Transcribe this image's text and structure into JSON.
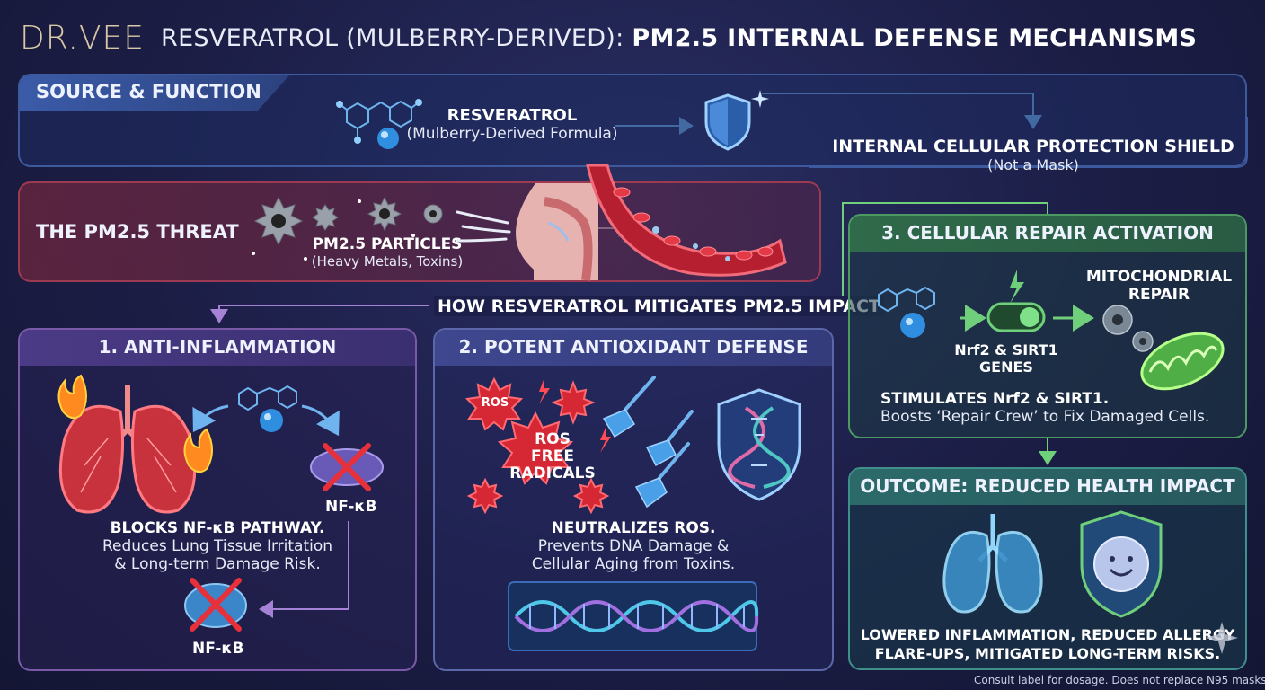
{
  "header": {
    "brand": "DR.VEE",
    "title_part1": "RESVERATROL (MULBERRY-DERIVED): ",
    "title_part2": "PM2.5 INTERNAL DEFENSE MECHANISMS"
  },
  "source": {
    "heading": "SOURCE & FUNCTION",
    "compound_name": "RESVERATROL",
    "compound_sub": "(Mulberry-Derived Formula)",
    "shield_title": "INTERNAL CELLULAR PROTECTION SHIELD",
    "shield_sub": "(Not a Mask)"
  },
  "threat": {
    "heading": "THE PM2.5 THREAT",
    "particles_title": "PM2.5 PARTICLES",
    "particles_sub": "(Heavy Metals, Toxins)"
  },
  "mitigation_label": "HOW RESVERATROL MITIGATES PM2.5 IMPACT",
  "anti_inflammation": {
    "heading": "1. ANTI-INFLAMMATION",
    "nfkb_label_top": "NF-κB",
    "nfkb_label_bottom": "NF-κB",
    "desc_bold": "BLOCKS NF-κB PATHWAY.",
    "desc_line1": "Reduces Lung Tissue Irritation",
    "desc_line2": "& Long-term Damage Risk."
  },
  "antioxidant": {
    "heading": "2. POTENT ANTIOXIDANT DEFENSE",
    "ros_small": "ROS",
    "ros_big": "ROS",
    "free_line1": "FREE",
    "free_line2": "RADICALS",
    "desc_bold": "NEUTRALIZES ROS.",
    "desc_line1": "Prevents DNA Damage &",
    "desc_line2": "Cellular Aging from Toxins."
  },
  "repair": {
    "heading": "3. CELLULAR REPAIR ACTIVATION",
    "mito_line1": "MITOCHONDRIAL",
    "mito_line2": "REPAIR",
    "genes_line1": "Nrf2 & SIRT1",
    "genes_line2": "GENES",
    "desc_bold": "STIMULATES Nrf2 & SIRT1.",
    "desc_line1": "Boosts ‘Repair Crew’ to Fix Damaged Cells."
  },
  "outcome": {
    "heading": "OUTCOME: REDUCED HEALTH IMPACT",
    "desc_line1": "LOWERED INFLAMMATION, REDUCED ALLERGY",
    "desc_line2": "FLARE-UPS, MITIGATED LONG-TERM RISKS."
  },
  "footnote": "Consult label for dosage. Does not replace N95 masks.",
  "colors": {
    "accent_blue": "#5aa7e6",
    "threat_red": "#e0474f",
    "purple": "#8e6cc4",
    "green": "#6fcf7a"
  }
}
